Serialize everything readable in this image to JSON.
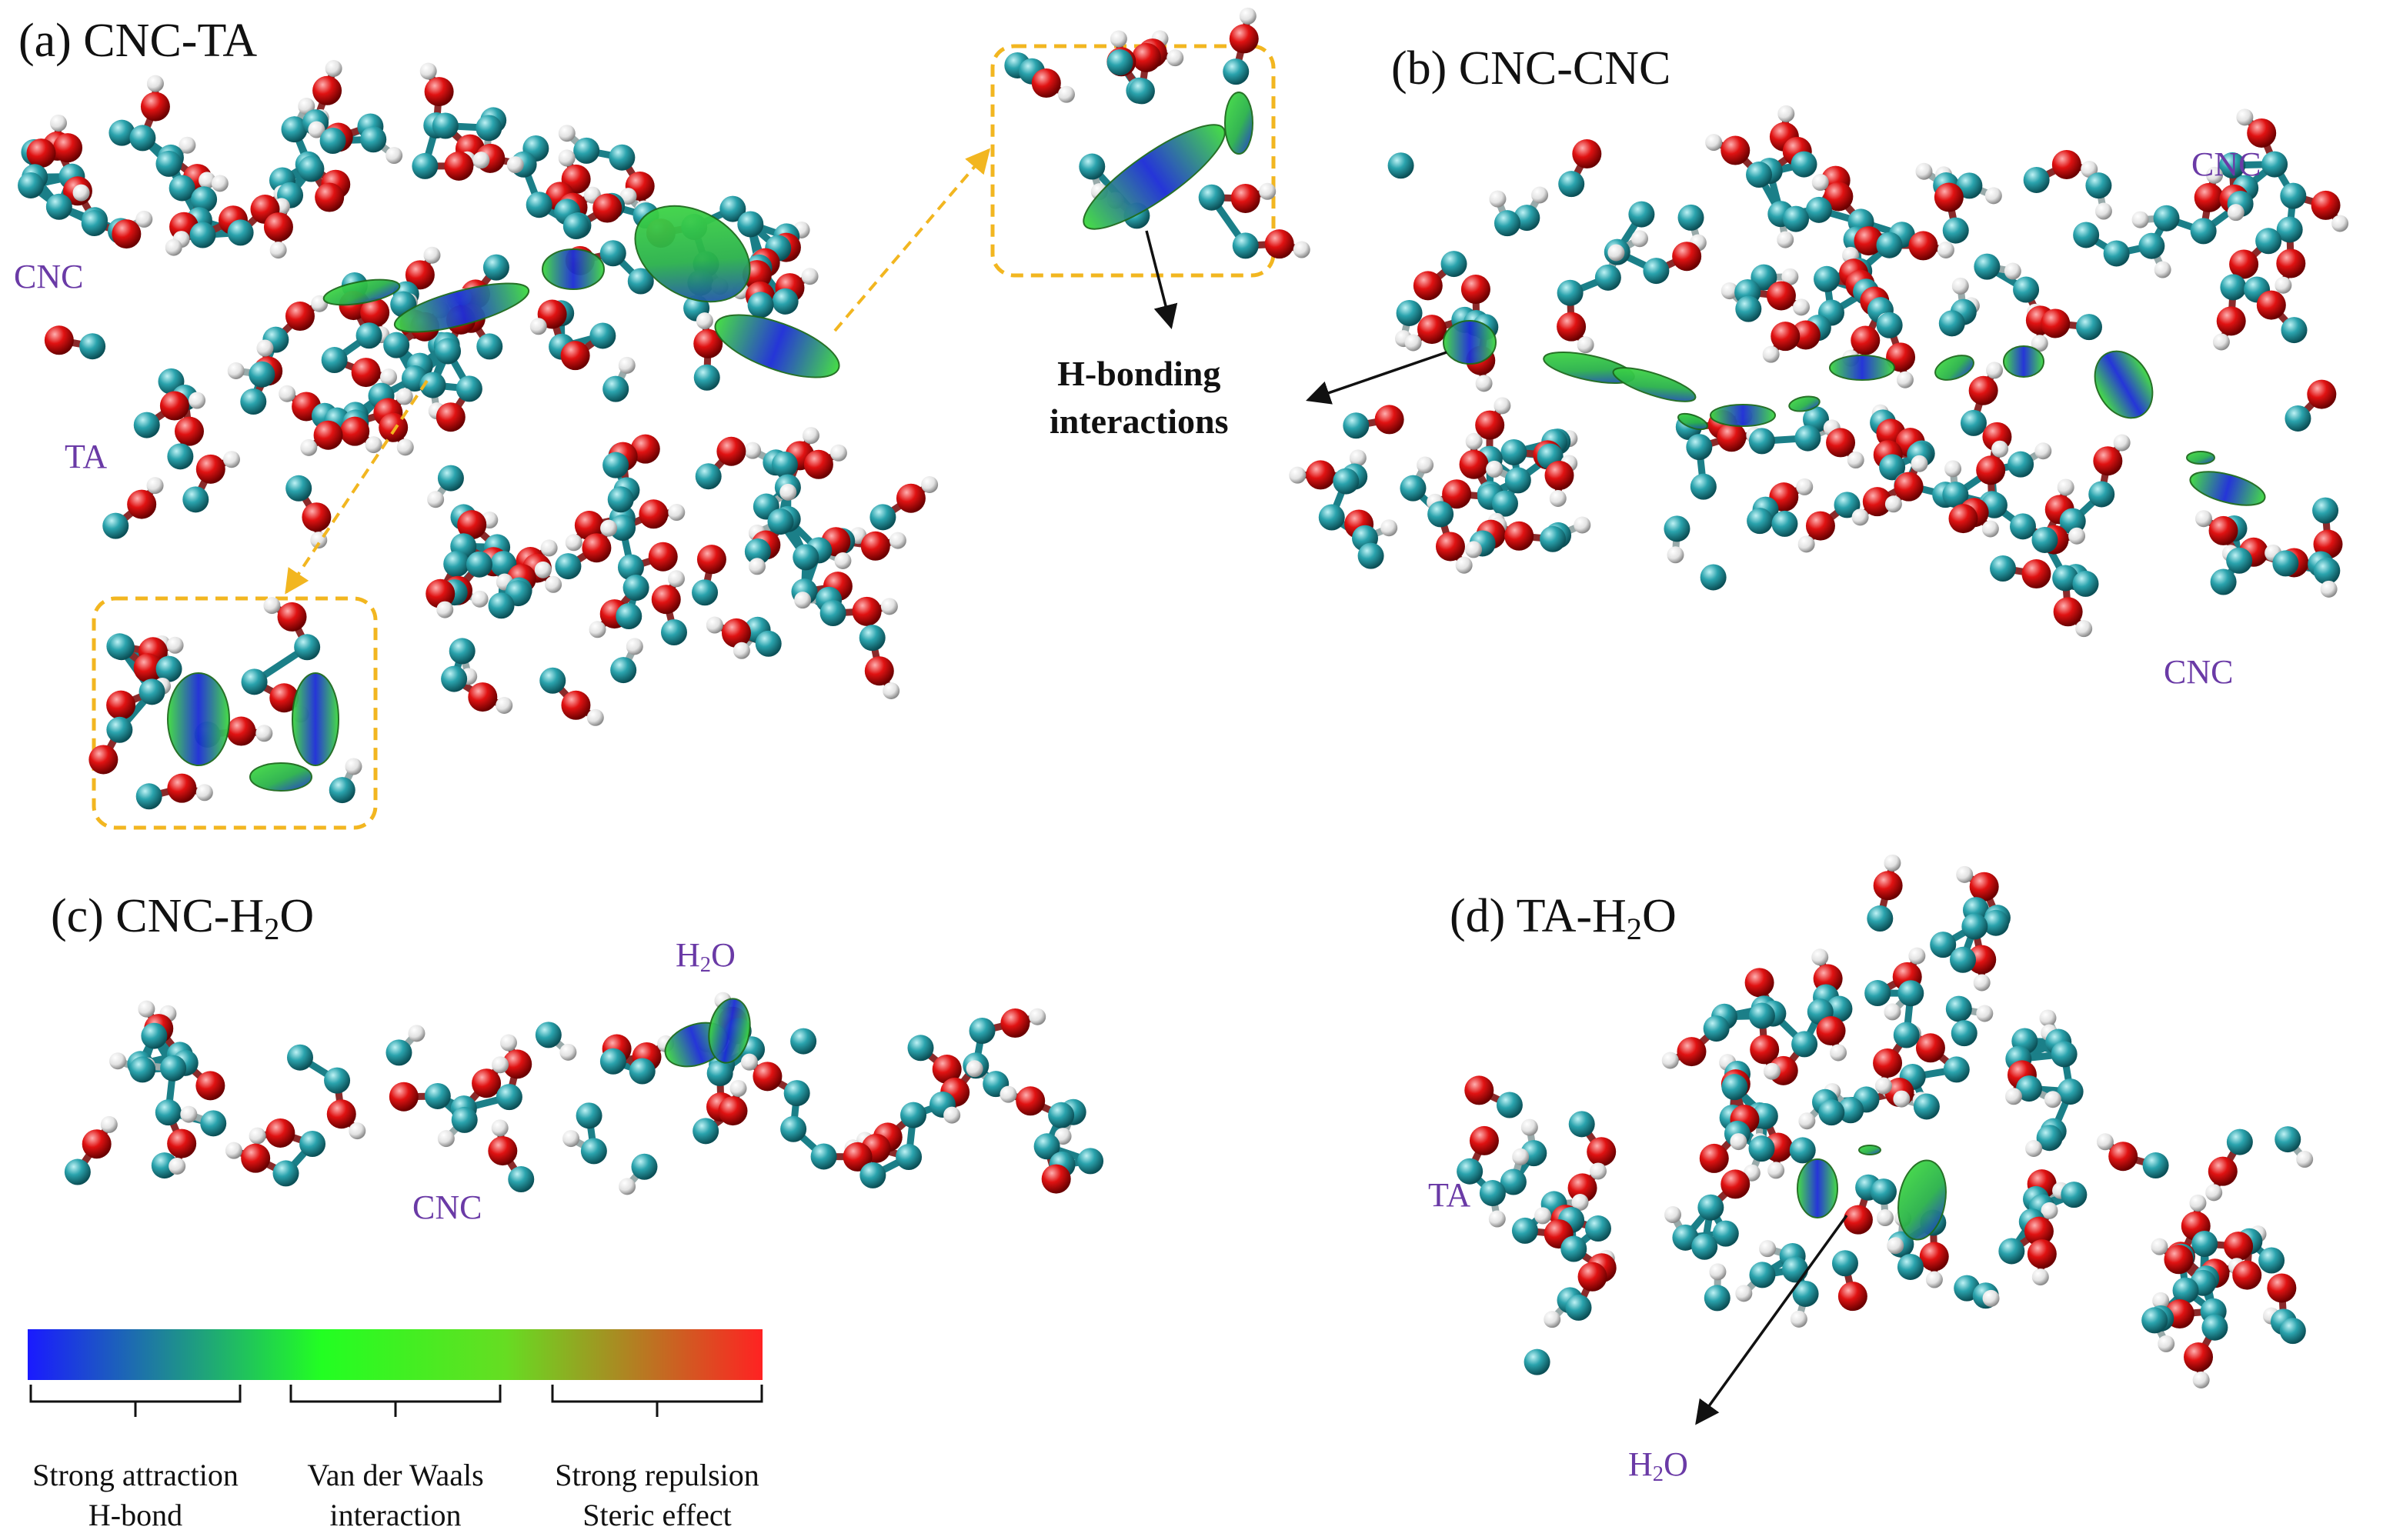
{
  "panels": {
    "a": {
      "title": "(a) CNC-TA",
      "labels": [
        "CNC",
        "TA"
      ]
    },
    "b": {
      "title": "(b) CNC-CNC",
      "labels": [
        "CNC",
        "CNC"
      ]
    },
    "c": {
      "title_prefix": "(c) CNC-H",
      "title_sub": "2",
      "title_suffix": "O",
      "h2o_prefix": "H",
      "h2o_sub": "2",
      "h2o_suffix": "O",
      "cnc": "CNC"
    },
    "d": {
      "title_prefix": "(d) TA-H",
      "title_sub": "2",
      "title_suffix": "O",
      "ta": "TA",
      "h2o_prefix": "H",
      "h2o_sub": "2",
      "h2o_suffix": "O"
    }
  },
  "callout": {
    "line1": "H-bonding",
    "line2": "interactions"
  },
  "legend": {
    "gradient": [
      "#1a1aff",
      "#22ff22",
      "#ff2222"
    ],
    "groups": [
      {
        "line1": "Strong attraction",
        "line2": "H-bond"
      },
      {
        "line1": "Van der Waals",
        "line2": "interaction"
      },
      {
        "line1": "Strong repulsion",
        "line2": "Steric effect"
      }
    ]
  },
  "colors": {
    "carbon": "#1f8f99",
    "oxygen": "#d81010",
    "hydrogen": "#e6e6e6",
    "inset_border": "#f2b620",
    "isosurface_green": "#33cc33",
    "isosurface_blue": "#1a2bd6",
    "label_purple": "#6a3aa6"
  }
}
